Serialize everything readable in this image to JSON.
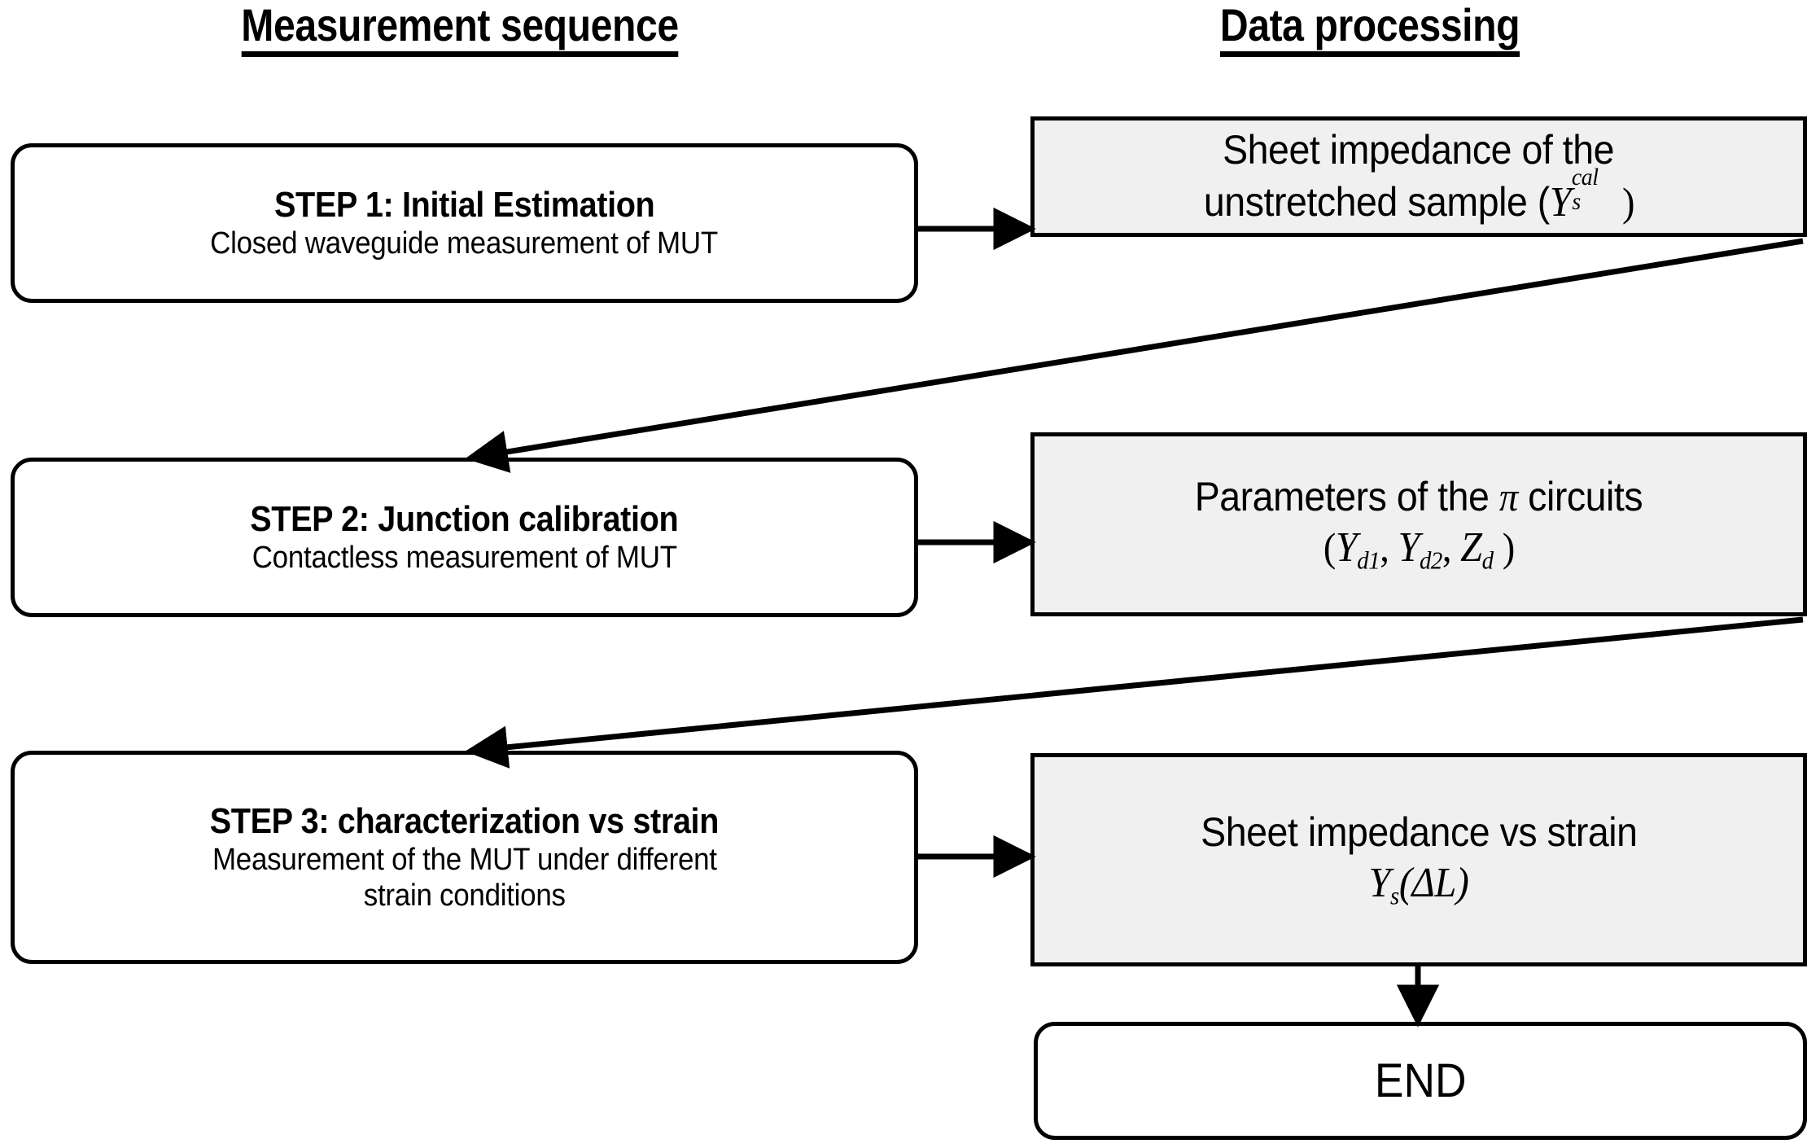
{
  "headers": {
    "left": "Measurement sequence",
    "right": "Data processing"
  },
  "steps": [
    {
      "id": "step-1",
      "title": "STEP 1: Initial Estimation",
      "subtitle_lines": [
        "Closed waveguide measurement of MUT"
      ]
    },
    {
      "id": "step-2",
      "title": "STEP 2: Junction calibration",
      "subtitle_lines": [
        "Contactless measurement of MUT"
      ]
    },
    {
      "id": "step-3",
      "title": "STEP 3: characterization vs strain",
      "subtitle_lines": [
        "Measurement of the MUT under different",
        "strain conditions"
      ]
    }
  ],
  "data_boxes": [
    {
      "id": "data-1",
      "line1": "Sheet impedance of the",
      "line2_prefix": "unstretched sample (",
      "line2_symbol": "Y",
      "line2_subscript": "s",
      "line2_superscript": "cal",
      "line2_suffix": ")",
      "plain_text": "Sheet impedance of the unstretched sample (Ys^cal)"
    },
    {
      "id": "data-2",
      "line1_prefix": "Parameters of the ",
      "line1_symbol": "π",
      "line1_suffix": " circuits",
      "line2_open": "(",
      "line2_terms": [
        {
          "symbol": "Y",
          "subscript": "d1"
        },
        {
          "symbol": "Y",
          "subscript": "d2"
        },
        {
          "symbol": "Z",
          "subscript": "d"
        }
      ],
      "line2_close": " )",
      "plain_text": "Parameters of the π circuits (Yd1, Yd2, Zd )"
    },
    {
      "id": "data-3",
      "line1": "Sheet impedance vs strain",
      "line2_symbol": "Y",
      "line2_subscript": "s",
      "line2_arg": "(ΔL)",
      "plain_text": "Sheet impedance vs strain Ys(ΔL)"
    }
  ],
  "end_node": {
    "label": "END"
  },
  "connectors": [
    {
      "name": "step1-to-data1",
      "type": "horizontal-arrow"
    },
    {
      "name": "data1-to-step2",
      "type": "diagonal-arrow"
    },
    {
      "name": "step2-to-data2",
      "type": "horizontal-arrow"
    },
    {
      "name": "data2-to-step3",
      "type": "diagonal-arrow"
    },
    {
      "name": "step3-to-data3",
      "type": "horizontal-arrow"
    },
    {
      "name": "data3-to-end",
      "type": "vertical-arrow"
    }
  ],
  "colors": {
    "stroke": "#000000",
    "data_box_fill": "#f0f0f0",
    "step_box_fill": "#ffffff",
    "page_background": "#ffffff"
  }
}
